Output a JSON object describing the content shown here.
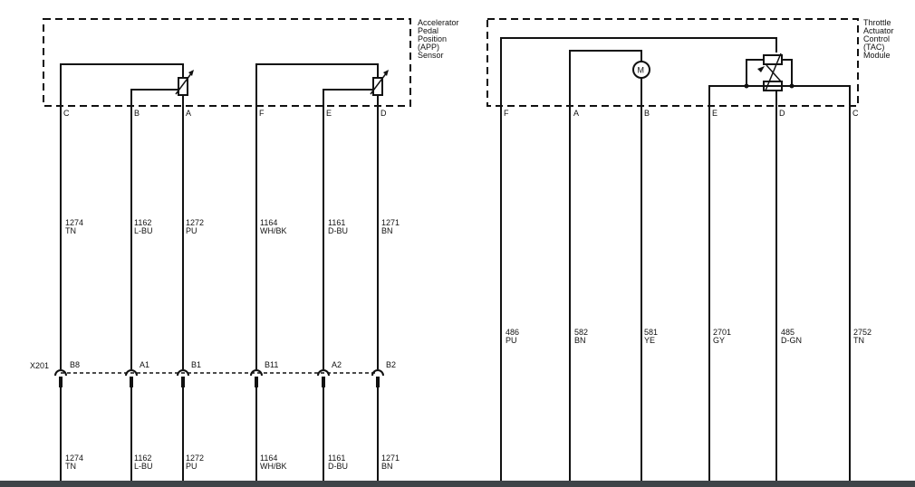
{
  "colors": {
    "line": "#111111",
    "background": "#ffffff",
    "bottom_bar": "#3f4549"
  },
  "app_sensor": {
    "label_lines": [
      "Accelerator",
      "Pedal",
      "Position",
      "(APP)",
      "Sensor"
    ],
    "pins": [
      "C",
      "B",
      "A",
      "F",
      "E",
      "D"
    ]
  },
  "tac_module": {
    "label_lines": [
      "Throttle",
      "Actuator",
      "Control",
      "(TAC)",
      "Module"
    ],
    "pins": [
      "F",
      "A",
      "B",
      "E",
      "D",
      "C"
    ],
    "motor_label": "M"
  },
  "connector": {
    "name": "X201",
    "cavities": [
      "B8",
      "A1",
      "B1",
      "B11",
      "A2",
      "B2"
    ]
  },
  "app_wires_upper": [
    {
      "number": "1274",
      "color": "TN"
    },
    {
      "number": "1162",
      "color": "L-BU"
    },
    {
      "number": "1272",
      "color": "PU"
    },
    {
      "number": "1164",
      "color": "WH/BK"
    },
    {
      "number": "1161",
      "color": "D-BU"
    },
    {
      "number": "1271",
      "color": "BN"
    }
  ],
  "app_wires_lower": [
    {
      "number": "1274",
      "color": "TN"
    },
    {
      "number": "1162",
      "color": "L-BU"
    },
    {
      "number": "1272",
      "color": "PU"
    },
    {
      "number": "1164",
      "color": "WH/BK"
    },
    {
      "number": "1161",
      "color": "D-BU"
    },
    {
      "number": "1271",
      "color": "BN"
    }
  ],
  "tac_wires": [
    {
      "number": "486",
      "color": "PU"
    },
    {
      "number": "582",
      "color": "BN"
    },
    {
      "number": "581",
      "color": "YE"
    },
    {
      "number": "2701",
      "color": "GY"
    },
    {
      "number": "485",
      "color": "D-GN"
    },
    {
      "number": "2752",
      "color": "TN"
    }
  ]
}
